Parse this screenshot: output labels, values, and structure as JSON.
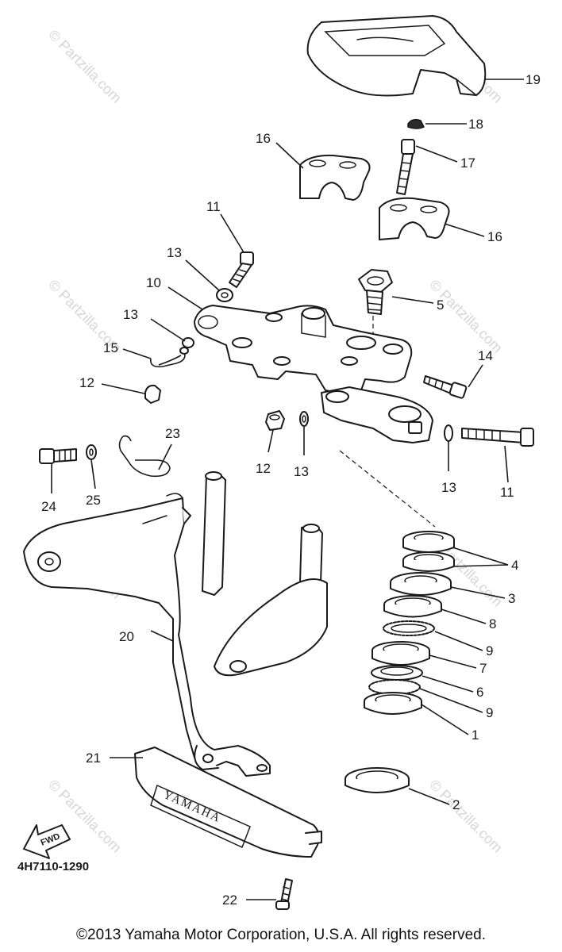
{
  "diagram": {
    "part_code": "4H7110-1290",
    "fwd_label": "FWD",
    "emblem_text": "YAMAHA",
    "watermark": "© Partzilla.com",
    "callouts": [
      {
        "id": "c1",
        "label": "1"
      },
      {
        "id": "c2",
        "label": "2"
      },
      {
        "id": "c3",
        "label": "3"
      },
      {
        "id": "c4",
        "label": "4"
      },
      {
        "id": "c5",
        "label": "5"
      },
      {
        "id": "c6",
        "label": "6"
      },
      {
        "id": "c7",
        "label": "7"
      },
      {
        "id": "c8",
        "label": "8"
      },
      {
        "id": "c9a",
        "label": "9"
      },
      {
        "id": "c9b",
        "label": "9"
      },
      {
        "id": "c10",
        "label": "10"
      },
      {
        "id": "c11a",
        "label": "11"
      },
      {
        "id": "c11b",
        "label": "11"
      },
      {
        "id": "c12a",
        "label": "12"
      },
      {
        "id": "c12b",
        "label": "12"
      },
      {
        "id": "c13a",
        "label": "13"
      },
      {
        "id": "c13b",
        "label": "13"
      },
      {
        "id": "c13c",
        "label": "13"
      },
      {
        "id": "c13d",
        "label": "13"
      },
      {
        "id": "c14",
        "label": "14"
      },
      {
        "id": "c15",
        "label": "15"
      },
      {
        "id": "c16a",
        "label": "16"
      },
      {
        "id": "c16b",
        "label": "16"
      },
      {
        "id": "c17",
        "label": "17"
      },
      {
        "id": "c18",
        "label": "18"
      },
      {
        "id": "c19",
        "label": "19"
      },
      {
        "id": "c20",
        "label": "20"
      },
      {
        "id": "c21",
        "label": "21"
      },
      {
        "id": "c22",
        "label": "22"
      },
      {
        "id": "c23",
        "label": "23"
      },
      {
        "id": "c24",
        "label": "24"
      },
      {
        "id": "c25",
        "label": "25"
      }
    ]
  },
  "footer": {
    "copyright": "©2013  Yamaha Motor Corporation, U.S.A. All rights reserved."
  }
}
